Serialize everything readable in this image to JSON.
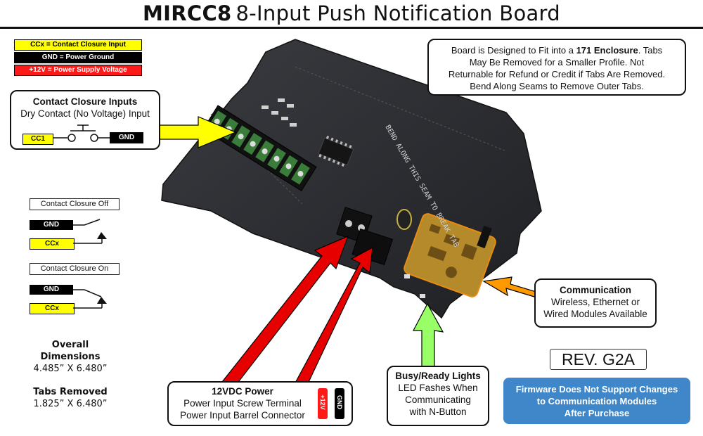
{
  "title": {
    "bold": "MIRCC8",
    "rest": "8-Input Push Notification Board"
  },
  "legend": [
    {
      "text": "CCx = Contact Closure Input",
      "bg": "#ffff00",
      "fg": "#000000"
    },
    {
      "text": "GND = Power Ground",
      "bg": "#000000",
      "fg": "#ffffff"
    },
    {
      "text": "+12V = Power Supply Voltage",
      "bg": "#ff1a1a",
      "fg": "#ffffff"
    }
  ],
  "contact_box": {
    "heading": "Contact Closure Inputs",
    "subtitle": "Dry Contact (No Voltage) Input",
    "cc_tag": "CC1",
    "gnd_tag": "GND"
  },
  "state_off": {
    "label": "Contact Closure Off",
    "gnd": "GND",
    "cc": "CCx"
  },
  "state_on": {
    "label": "Contact Closure On",
    "gnd": "GND",
    "cc": "CCx"
  },
  "dimensions": {
    "overall_heading_1": "Overall",
    "overall_heading_2": "Dimensions",
    "overall_value": "4.485” X 6.480”",
    "tabs_heading": "Tabs Removed",
    "tabs_value": "1.825” X 6.480”"
  },
  "enclosure_note": {
    "line1_pre": "Board is Designed to Fit into a ",
    "line1_bold": "171 Enclosure",
    "line1_post": ". Tabs",
    "line2": "May Be Removed for a Smaller Profile.  Not",
    "line3": "Returnable for Refund or Credit if Tabs Are Removed.",
    "line4": "Bend Along Seams to Remove Outer Tabs."
  },
  "communication_box": {
    "heading": "Communication",
    "line1": "Wireless, Ethernet or",
    "line2": "Wired Modules Available"
  },
  "rev": "REV. G2A",
  "firmware_note": {
    "line1": "Firmware Does Not Support Changes",
    "line2": "to Communication Modules",
    "line3": "After Purchase"
  },
  "busy_box": {
    "heading": "Busy/Ready Lights",
    "line1": "LED Fashes When",
    "line2": "Communicating",
    "line3": "with N-Button"
  },
  "power_box": {
    "heading": "12VDC Power",
    "line1": "Power Input Screw Terminal",
    "line2": "Power Input Barrel Connector",
    "plus_tag": "+12V",
    "gnd_tag": "GND"
  },
  "colors": {
    "arrow_yellow": "#ffff00",
    "arrow_red": "#e60000",
    "arrow_orange": "#ff9900",
    "arrow_green": "#99ff66",
    "board": "#2b2d31",
    "firmware_bg": "#3f87c9"
  },
  "board_silkscreen": {
    "seam": "BEND ALONG THIS SEAM TO BREAK TAB"
  }
}
